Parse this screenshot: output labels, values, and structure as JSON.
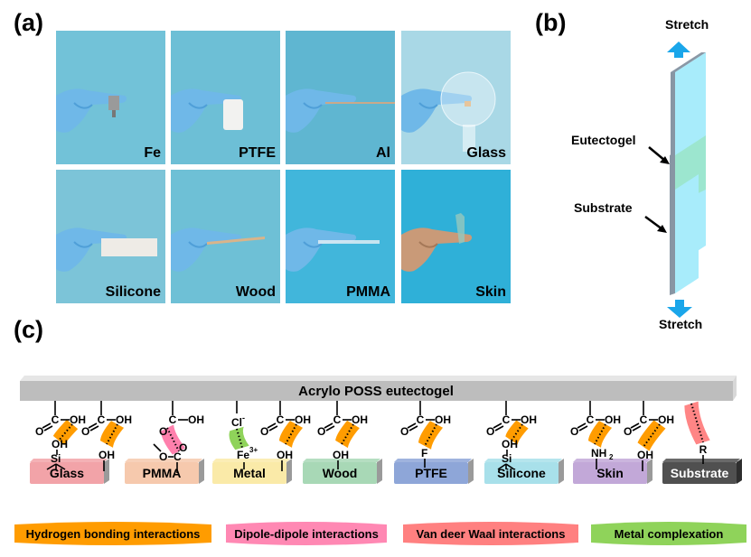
{
  "panels": {
    "a": {
      "label": "(a)",
      "photos": [
        {
          "caption": "Fe",
          "bg": "#72c2d8"
        },
        {
          "caption": "PTFE",
          "bg": "#6dbfd6"
        },
        {
          "caption": "Al",
          "bg": "#5fb6d1"
        },
        {
          "caption": "Glass",
          "bg": "#a9d8e6"
        },
        {
          "caption": "Silicone",
          "bg": "#7cc4d8"
        },
        {
          "caption": "Wood",
          "bg": "#6ec0d6"
        },
        {
          "caption": "PMMA",
          "bg": "#41b6db"
        },
        {
          "caption": "Skin",
          "bg": "#2fb0d8"
        }
      ]
    },
    "b": {
      "label": "(b)",
      "stretch_top": "Stretch",
      "stretch_bottom": "Stretch",
      "eutectogel_label": "Eutectogel",
      "substrate_label": "Substrate",
      "colors": {
        "arrow": "#1aa6ea",
        "substrate": "#a8ecfb",
        "edge": "#8896a4",
        "gel": "#9ce6cf",
        "gel_edge": "#c9a24a"
      }
    },
    "c": {
      "label": "(c)",
      "bar_label": "Acrylo POSS eutectogel",
      "substrates": [
        {
          "name": "Glass",
          "color": "#f2a3a8"
        },
        {
          "name": "PMMA",
          "color": "#f6c9ad"
        },
        {
          "name": "Metal",
          "color": "#faeaa8"
        },
        {
          "name": "Wood",
          "color": "#a8d8b6"
        },
        {
          "name": "PTFE",
          "color": "#8ea6d8"
        },
        {
          "name": "Silicone",
          "color": "#a8e0ea"
        },
        {
          "name": "Skin",
          "color": "#c2a8d8"
        },
        {
          "name": "Substrate",
          "color": "#505050"
        }
      ],
      "chem": {
        "c": "C",
        "o": "O",
        "oh": "OH",
        "si": "Si",
        "cl": "Cl",
        "fe": "Fe",
        "fe_charge": "3+",
        "minus": "-",
        "f": "F",
        "nh": "NH",
        "sub2": "2",
        "r": "R"
      },
      "legend": [
        {
          "label": "Hydrogen bonding interactions",
          "color": "#ff9c00"
        },
        {
          "label": "Dipole-dipole interactions",
          "color": "#ff88b3"
        },
        {
          "label": "Van deer Waal interactions",
          "color": "#ff8080"
        },
        {
          "label": "Metal complexation",
          "color": "#8fd35a"
        }
      ],
      "colors": {
        "hbond": "#ff9c00",
        "dipole": "#ff80ad",
        "vdw": "#ff8585",
        "metal": "#8fd35a"
      }
    }
  }
}
